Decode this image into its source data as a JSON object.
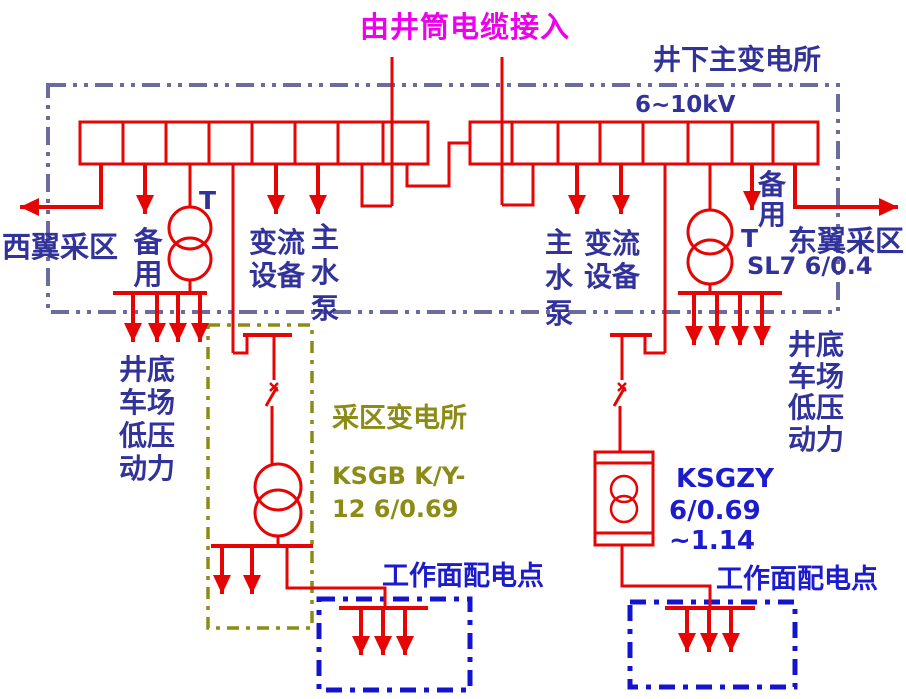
{
  "colors": {
    "line_red": "#e60505",
    "label_blue": "#32329b",
    "bright_blue": "#1c1ccd",
    "magenta": "#ee00ee",
    "border_slate": "#6b6b9e",
    "olive": "#8b8b15"
  },
  "labels": {
    "incoming_cable": "由井筒电缆接入",
    "main_substation": "井下主变电所",
    "voltage": "6~10kV",
    "west_area": "西翼采区",
    "east_area": "东翼采区",
    "spare_left": "备用",
    "spare_right": "备用",
    "converter_left": "变流设备",
    "converter_right": "变流设备",
    "main_pump_left": "主水泵",
    "main_pump_right": "主水泵",
    "transformer_t_left": "T",
    "transformer_t_right": "T",
    "transformer_model_right": "SL7 6/0.4",
    "yard_lv_left": "井底车场低压动力",
    "yard_lv_right": "井底车场低压动力",
    "district_substation": "采区变电所",
    "district_transformer_model_line1": "KSGB K/Y-",
    "district_transformer_model_line2": "12 6/0.69",
    "mobile_substation_model_line1": "KSGZY",
    "mobile_substation_model_line2": "6/0.69",
    "mobile_substation_model_line3": "~1.14",
    "workface_point_left": "工作面配电点",
    "workface_point_right": "工作面配电点"
  }
}
